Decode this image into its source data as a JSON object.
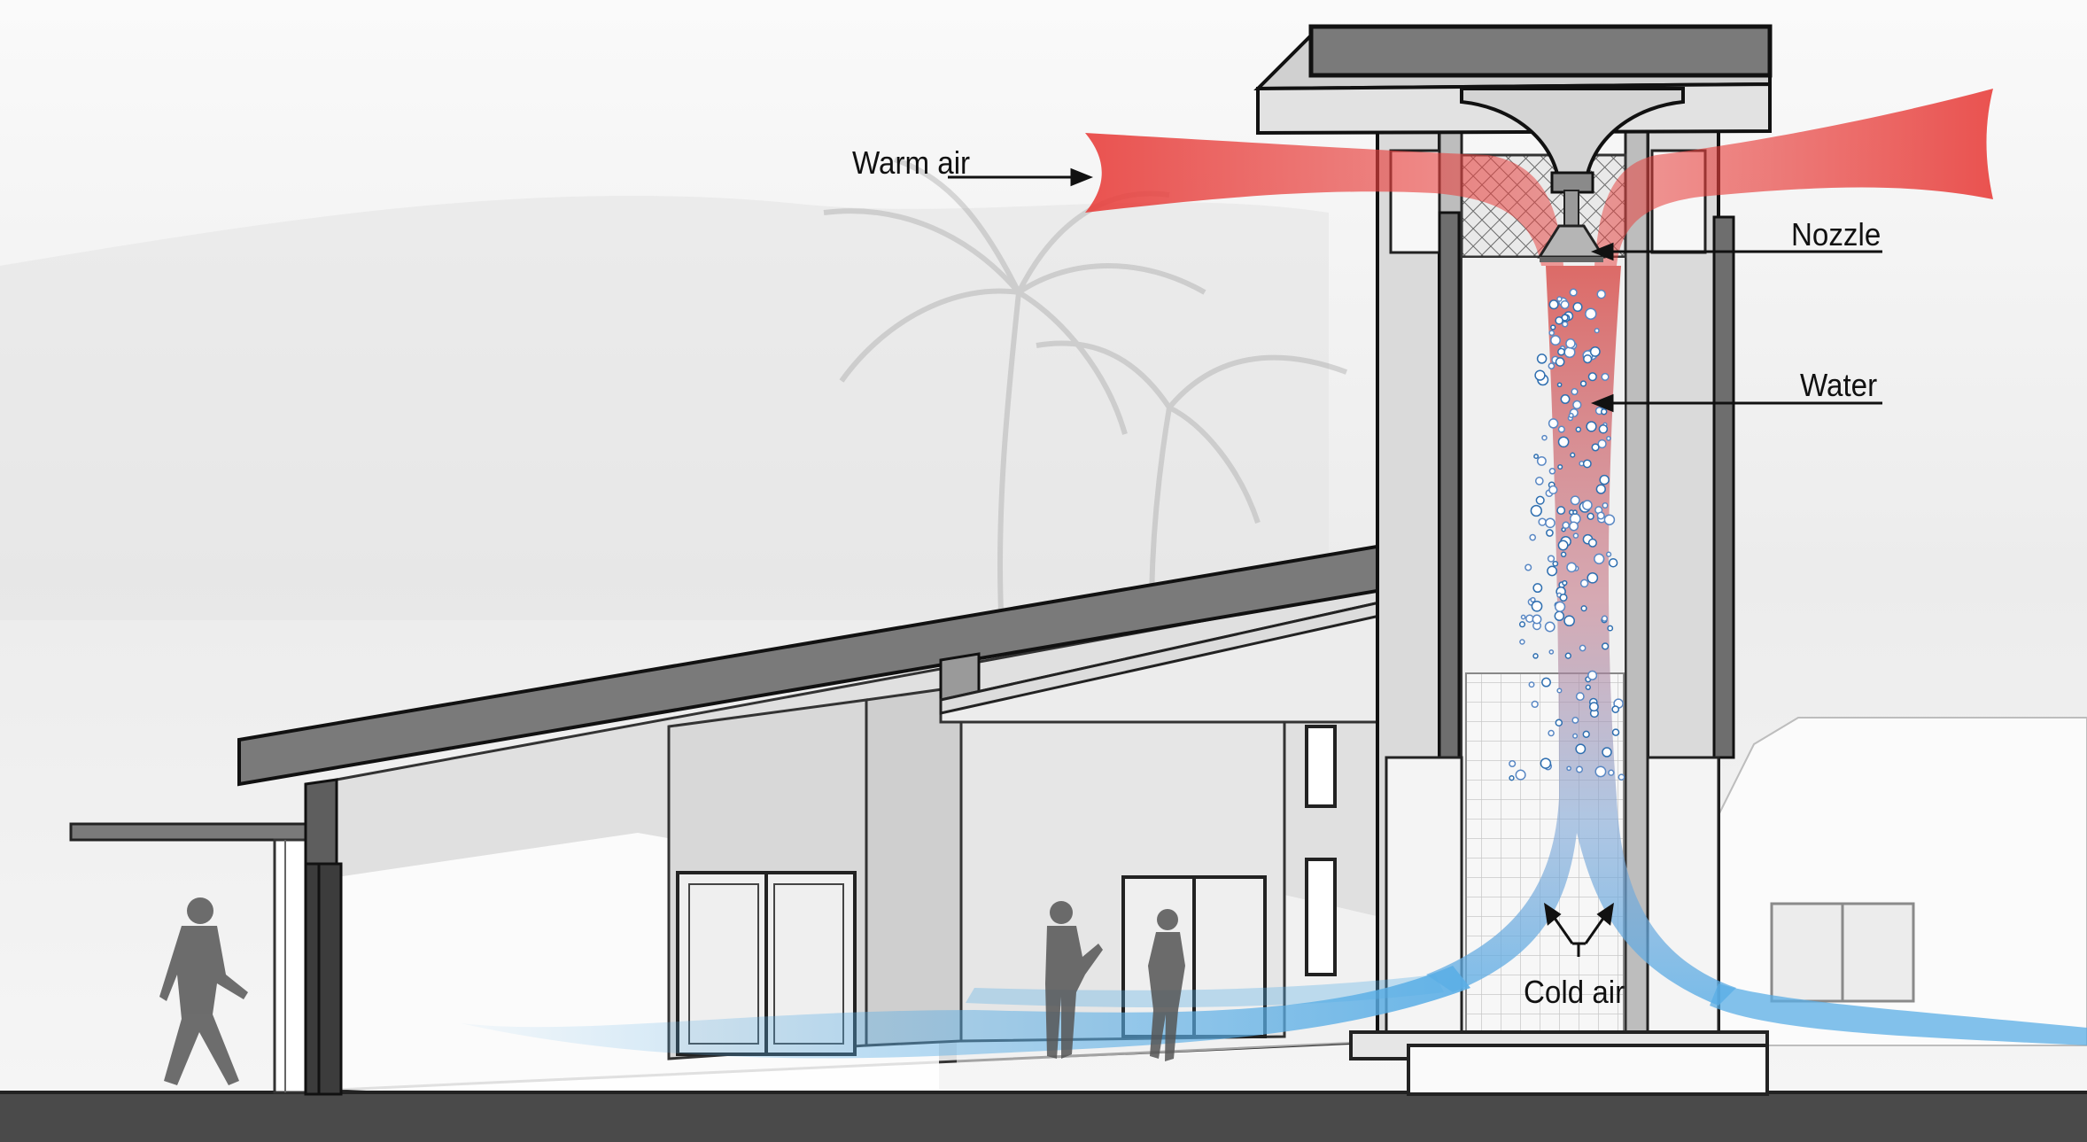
{
  "labels": {
    "warm_air": "Warm air",
    "nozzle": "Nozzle",
    "water": "Water",
    "cold_air": "Cold air"
  },
  "colors": {
    "warm_air": "#e8403d",
    "cold_air": "#5aaee6",
    "structure_dark": "#6e6e6e",
    "wall_light": "#dcdcdc",
    "background": "#f2f2f2"
  },
  "icons": [
    "person-silhouette",
    "palm-tree",
    "nozzle-icon",
    "water-drop"
  ]
}
